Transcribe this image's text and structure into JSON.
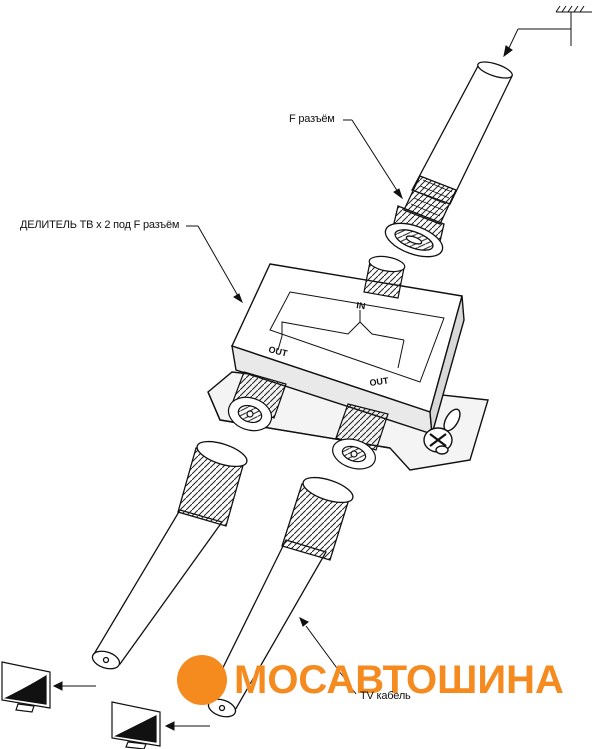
{
  "labels": {
    "f_connector": "F разъём",
    "splitter": "ДЕЛИТЕЛЬ ТВ х 2 под F разъём",
    "tv_cable": "TV кабель"
  },
  "ports": {
    "in": "IN",
    "out_left": "OUT",
    "out_right": "OUT"
  },
  "logo": {
    "text": "МОСАВТОШИНА"
  },
  "colors": {
    "brand_orange": "#f58a1f",
    "line": "#111111",
    "shade": "#777777"
  }
}
